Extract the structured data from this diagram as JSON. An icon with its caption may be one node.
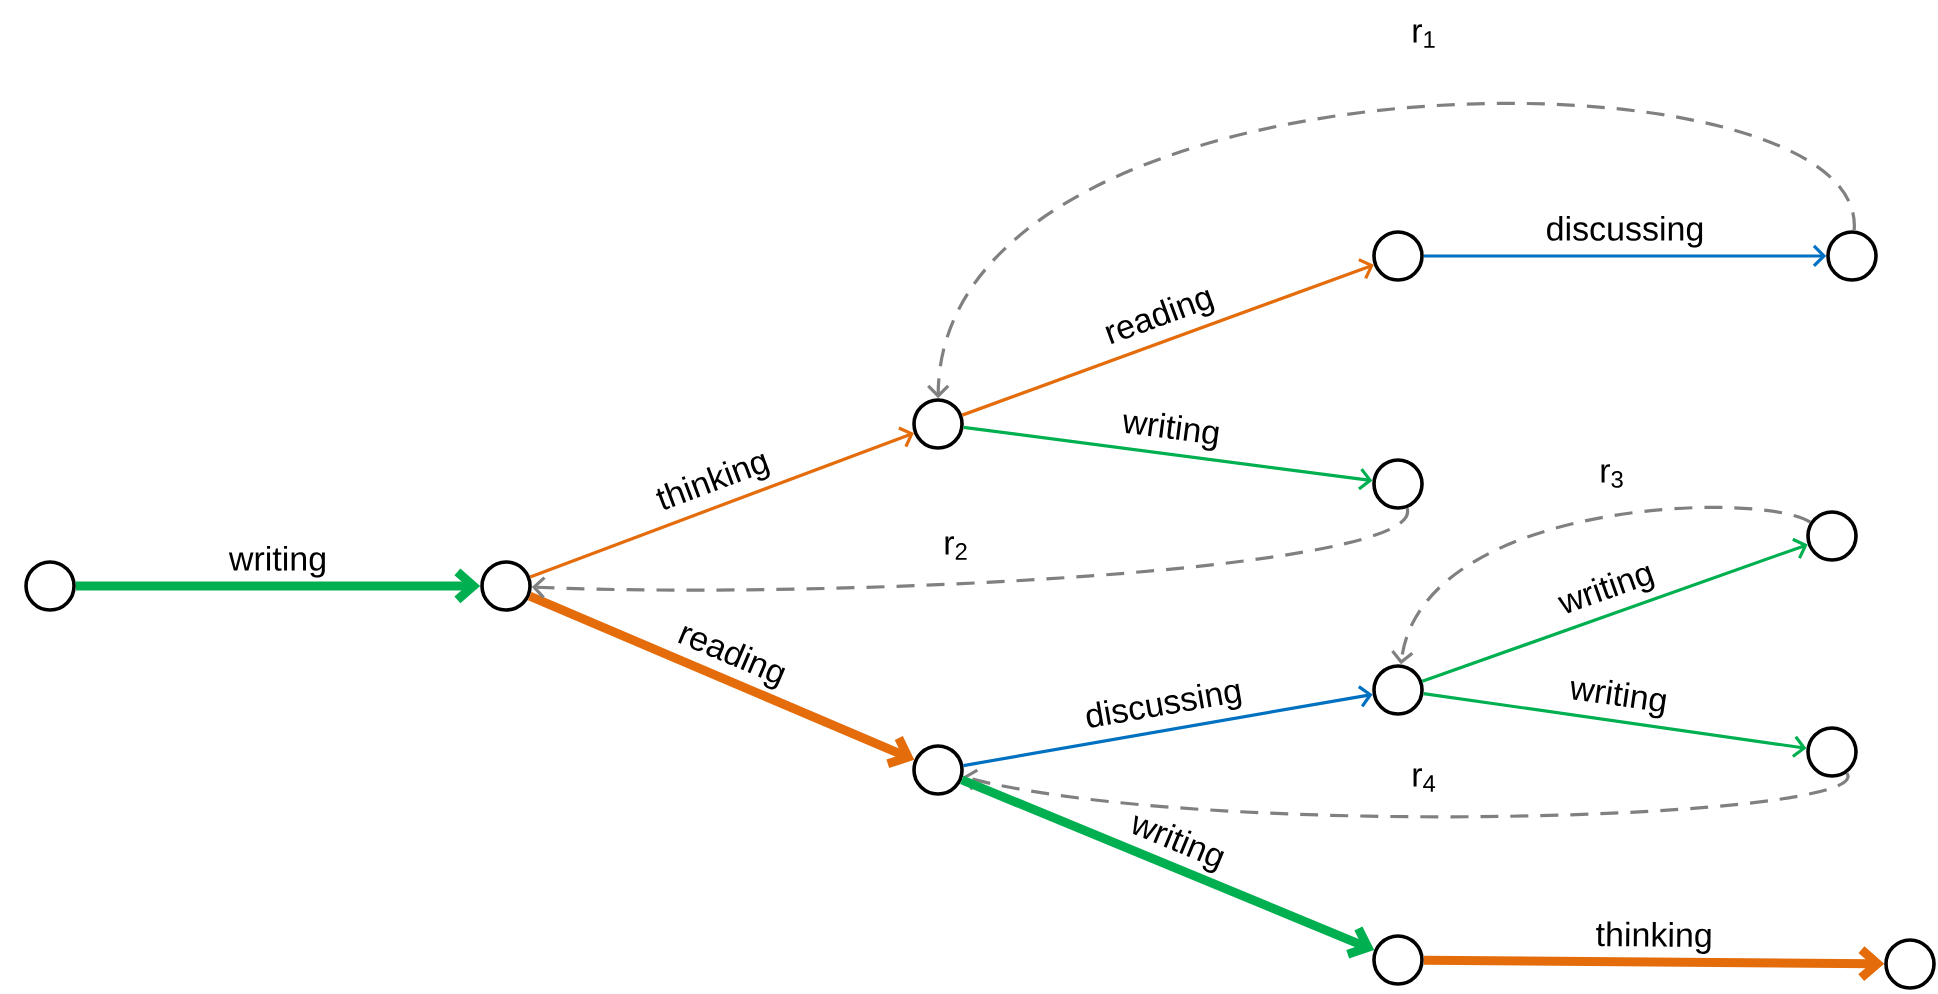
{
  "diagram": {
    "nodes": [
      {
        "text": [],
        "shape": "circle"
      },
      {
        "text": [],
        "shape": "circle"
      },
      {
        "text": [],
        "shape": "circle"
      },
      {
        "text": [],
        "shape": "circle"
      },
      {
        "text": [],
        "shape": "circle"
      },
      {
        "text": [],
        "shape": "circle"
      },
      {
        "text": [],
        "shape": "circle"
      },
      {
        "text": [],
        "shape": "circle"
      },
      {
        "text": [],
        "shape": "circle"
      },
      {
        "text": [],
        "shape": "circle"
      },
      {
        "text": [],
        "shape": "circle"
      },
      {
        "text": [],
        "shape": "circle"
      }
    ],
    "edges": [
      {
        "from": 0,
        "to": 1,
        "arrow": "to",
        "label": "writing",
        "style": "thick",
        "color": "#00b050"
      },
      {
        "from": 1,
        "to": 2,
        "arrow": "to",
        "label": "thinking",
        "color": "#e46c0a"
      },
      {
        "from": 1,
        "to": 6,
        "arrow": "to",
        "label": "reading",
        "style": "thick",
        "color": "#e46c0a"
      },
      {
        "from": 2,
        "to": 3,
        "arrow": "to",
        "label": "reading",
        "color": "#e46c0a"
      },
      {
        "from": 2,
        "to": 5,
        "arrow": "to",
        "label": "writing",
        "color": "#00b050"
      },
      {
        "from": 3,
        "to": 4,
        "arrow": "to",
        "label": "discussing",
        "color": "#0070c0"
      },
      {
        "from": 4,
        "to": 2,
        "arrow": "to",
        "label": "r$_{1}$",
        "style": "dashed",
        "color": "#808080"
      },
      {
        "from": 5,
        "to": 1,
        "arrow": "to",
        "label": "r$_{2}$",
        "style": "dashed",
        "color": "#808080"
      },
      {
        "from": 6,
        "to": 7,
        "arrow": "to",
        "label": "discussing",
        "color": "#0070c0"
      },
      {
        "from": 7,
        "to": 8,
        "arrow": "to",
        "label": "writing",
        "color": "#00b050"
      },
      {
        "from": 7,
        "to": 9,
        "arrow": "to",
        "label": "writing",
        "color": "#00b050"
      },
      {
        "from": 8,
        "to": 7,
        "arrow": "to",
        "label": "r$_{3}$",
        "style": "dashed",
        "color": "#808080"
      },
      {
        "from": 9,
        "to": 6,
        "arrow": "to",
        "label": "r$_{4}$",
        "style": "dashed",
        "color": "#808080"
      },
      {
        "from": 6,
        "to": 10,
        "arrow": "to",
        "label": "writing",
        "style": "thick",
        "color": "#00b050"
      },
      {
        "from": 10,
        "to": 11,
        "arrow": "to",
        "label": "thinking",
        "style": "thick",
        "color": "#e46c0a"
      }
    ]
  }
}
